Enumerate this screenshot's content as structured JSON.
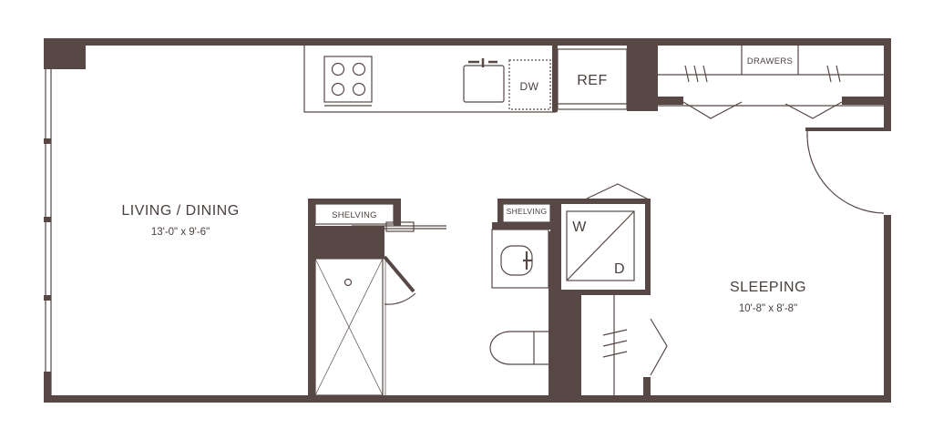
{
  "colors": {
    "wall": "#574845",
    "line": "#574845",
    "text": "#4a3f3c",
    "background": "#ffffff"
  },
  "rooms": {
    "living": {
      "name": "LIVING / DINING",
      "dims": "13'-0\" x 9'-6\""
    },
    "sleeping": {
      "name": "SLEEPING",
      "dims": "10'-8\" x 8'-8\""
    }
  },
  "fixtures": {
    "dishwasher": "DW",
    "refrigerator": "REF",
    "drawers": "DRAWERS",
    "shelving_bath": "SHELVING",
    "shelving_closet": "SHELVING",
    "washer": "W",
    "dryer": "D"
  },
  "icons": {
    "cooktop": "cooktop-icon",
    "kitchen_sink": "sink-icon",
    "bath_sink": "sink-icon",
    "shower": "shower-icon",
    "toilet": "toilet-icon",
    "entry_door": "door-swing-icon",
    "closet": "hanger-rod-icon"
  }
}
